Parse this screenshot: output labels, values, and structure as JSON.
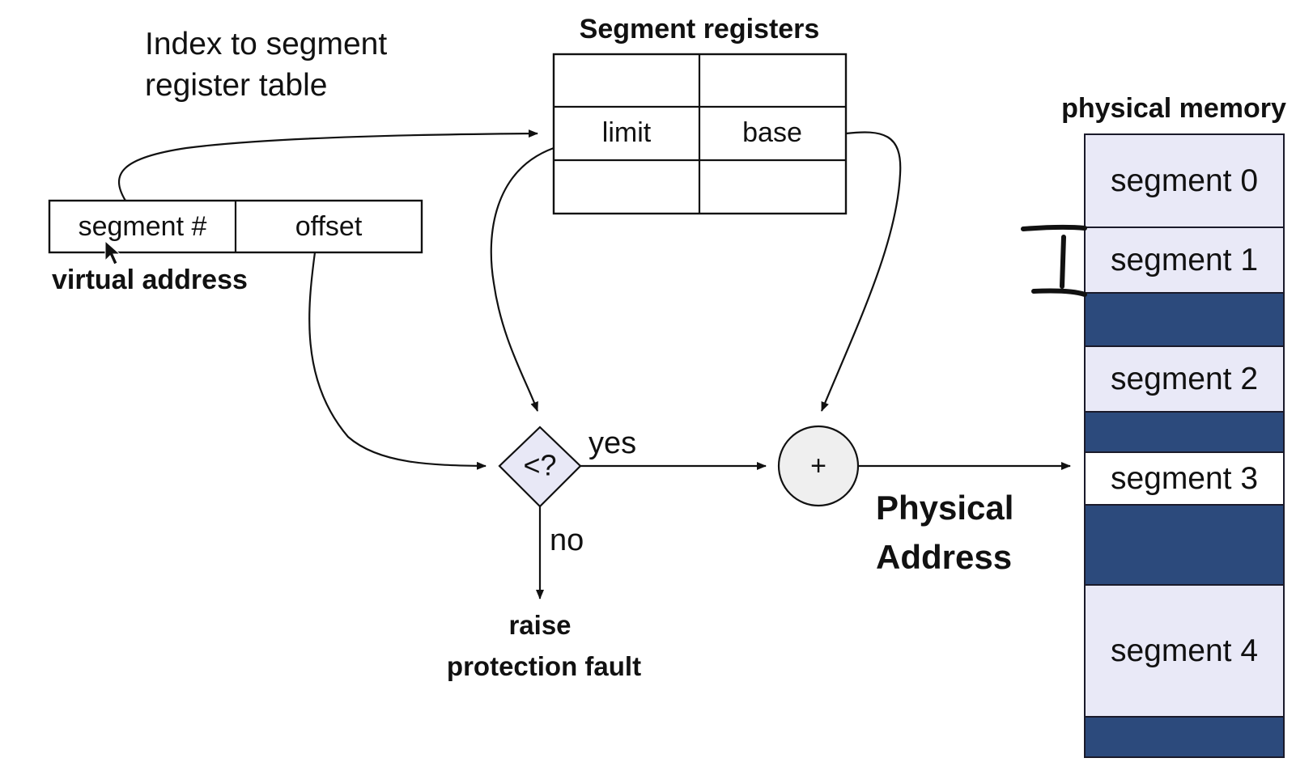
{
  "labels": {
    "index_note_line1": "Index to segment",
    "index_note_line2": "register table",
    "segment_registers_title": "Segment registers",
    "virtual_address_caption": "virtual address",
    "physical_memory_title": "physical memory",
    "physical_address_line1": "Physical",
    "physical_address_line2": "Address",
    "fault_line1": "raise",
    "fault_line2": "protection fault",
    "yes": "yes",
    "no": "no"
  },
  "virtual_address": {
    "fields": [
      "segment #",
      "offset"
    ]
  },
  "segment_registers": {
    "columns": [
      "limit",
      "base"
    ],
    "rows": [
      [
        "",
        ""
      ],
      [
        "limit",
        "base"
      ],
      [
        "",
        ""
      ]
    ]
  },
  "comparator": {
    "symbol": "<?"
  },
  "adder": {
    "symbol": "+"
  },
  "physical_memory": {
    "blocks": [
      {
        "label": "segment 0",
        "kind": "segment"
      },
      {
        "label": "segment 1",
        "kind": "segment"
      },
      {
        "label": "",
        "kind": "free"
      },
      {
        "label": "segment 2",
        "kind": "segment"
      },
      {
        "label": "",
        "kind": "free"
      },
      {
        "label": "segment 3",
        "kind": "active"
      },
      {
        "label": "",
        "kind": "free"
      },
      {
        "label": "segment 4",
        "kind": "segment"
      },
      {
        "label": "",
        "kind": "free"
      }
    ]
  },
  "colors": {
    "segment_fill": "#e9e9f7",
    "active_fill": "#ffffff",
    "free_fill": "#2c4a7c",
    "diamond_fill": "#e8e8f6",
    "adder_fill": "#efefef",
    "fault_text": "#e0302a"
  }
}
